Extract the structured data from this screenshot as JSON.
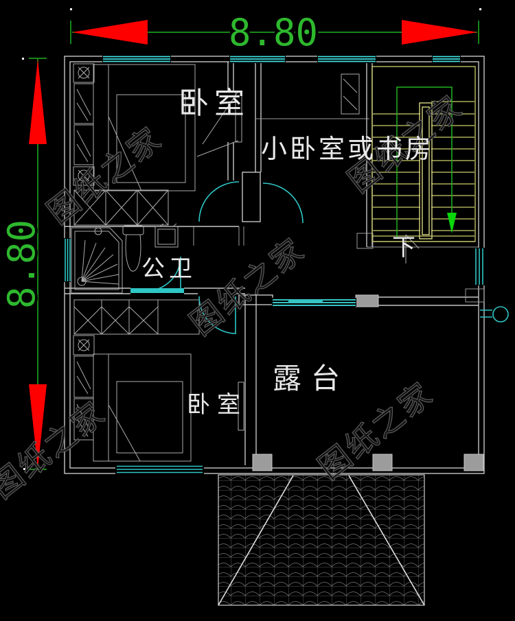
{
  "dimensions": {
    "top": {
      "value": "8.80"
    },
    "left": {
      "value": "8.80"
    }
  },
  "rooms": {
    "bedroom_top": "卧室",
    "study": "小卧室或书房",
    "bathroom": "公卫",
    "terrace": "露台",
    "bedroom_bottom": "卧室"
  },
  "stairs": {
    "direction_label": "下"
  },
  "watermarks": {
    "text": "图纸之家",
    "items": [
      "图纸之家",
      "图纸之家",
      "图纸之家",
      "图纸之家",
      "图纸之家"
    ]
  },
  "colors": {
    "background": "#000000",
    "wall": "#c6c6c6",
    "window": "#2fc6c6",
    "stair": "#cdcd6b",
    "dimension_green": "#2eb82e",
    "arrow_red": "#ff0000",
    "direction_green": "#0ad60a",
    "label_white": "#e9e9e9",
    "watermark_gray": "#606060",
    "roof_gray": "#767676"
  }
}
